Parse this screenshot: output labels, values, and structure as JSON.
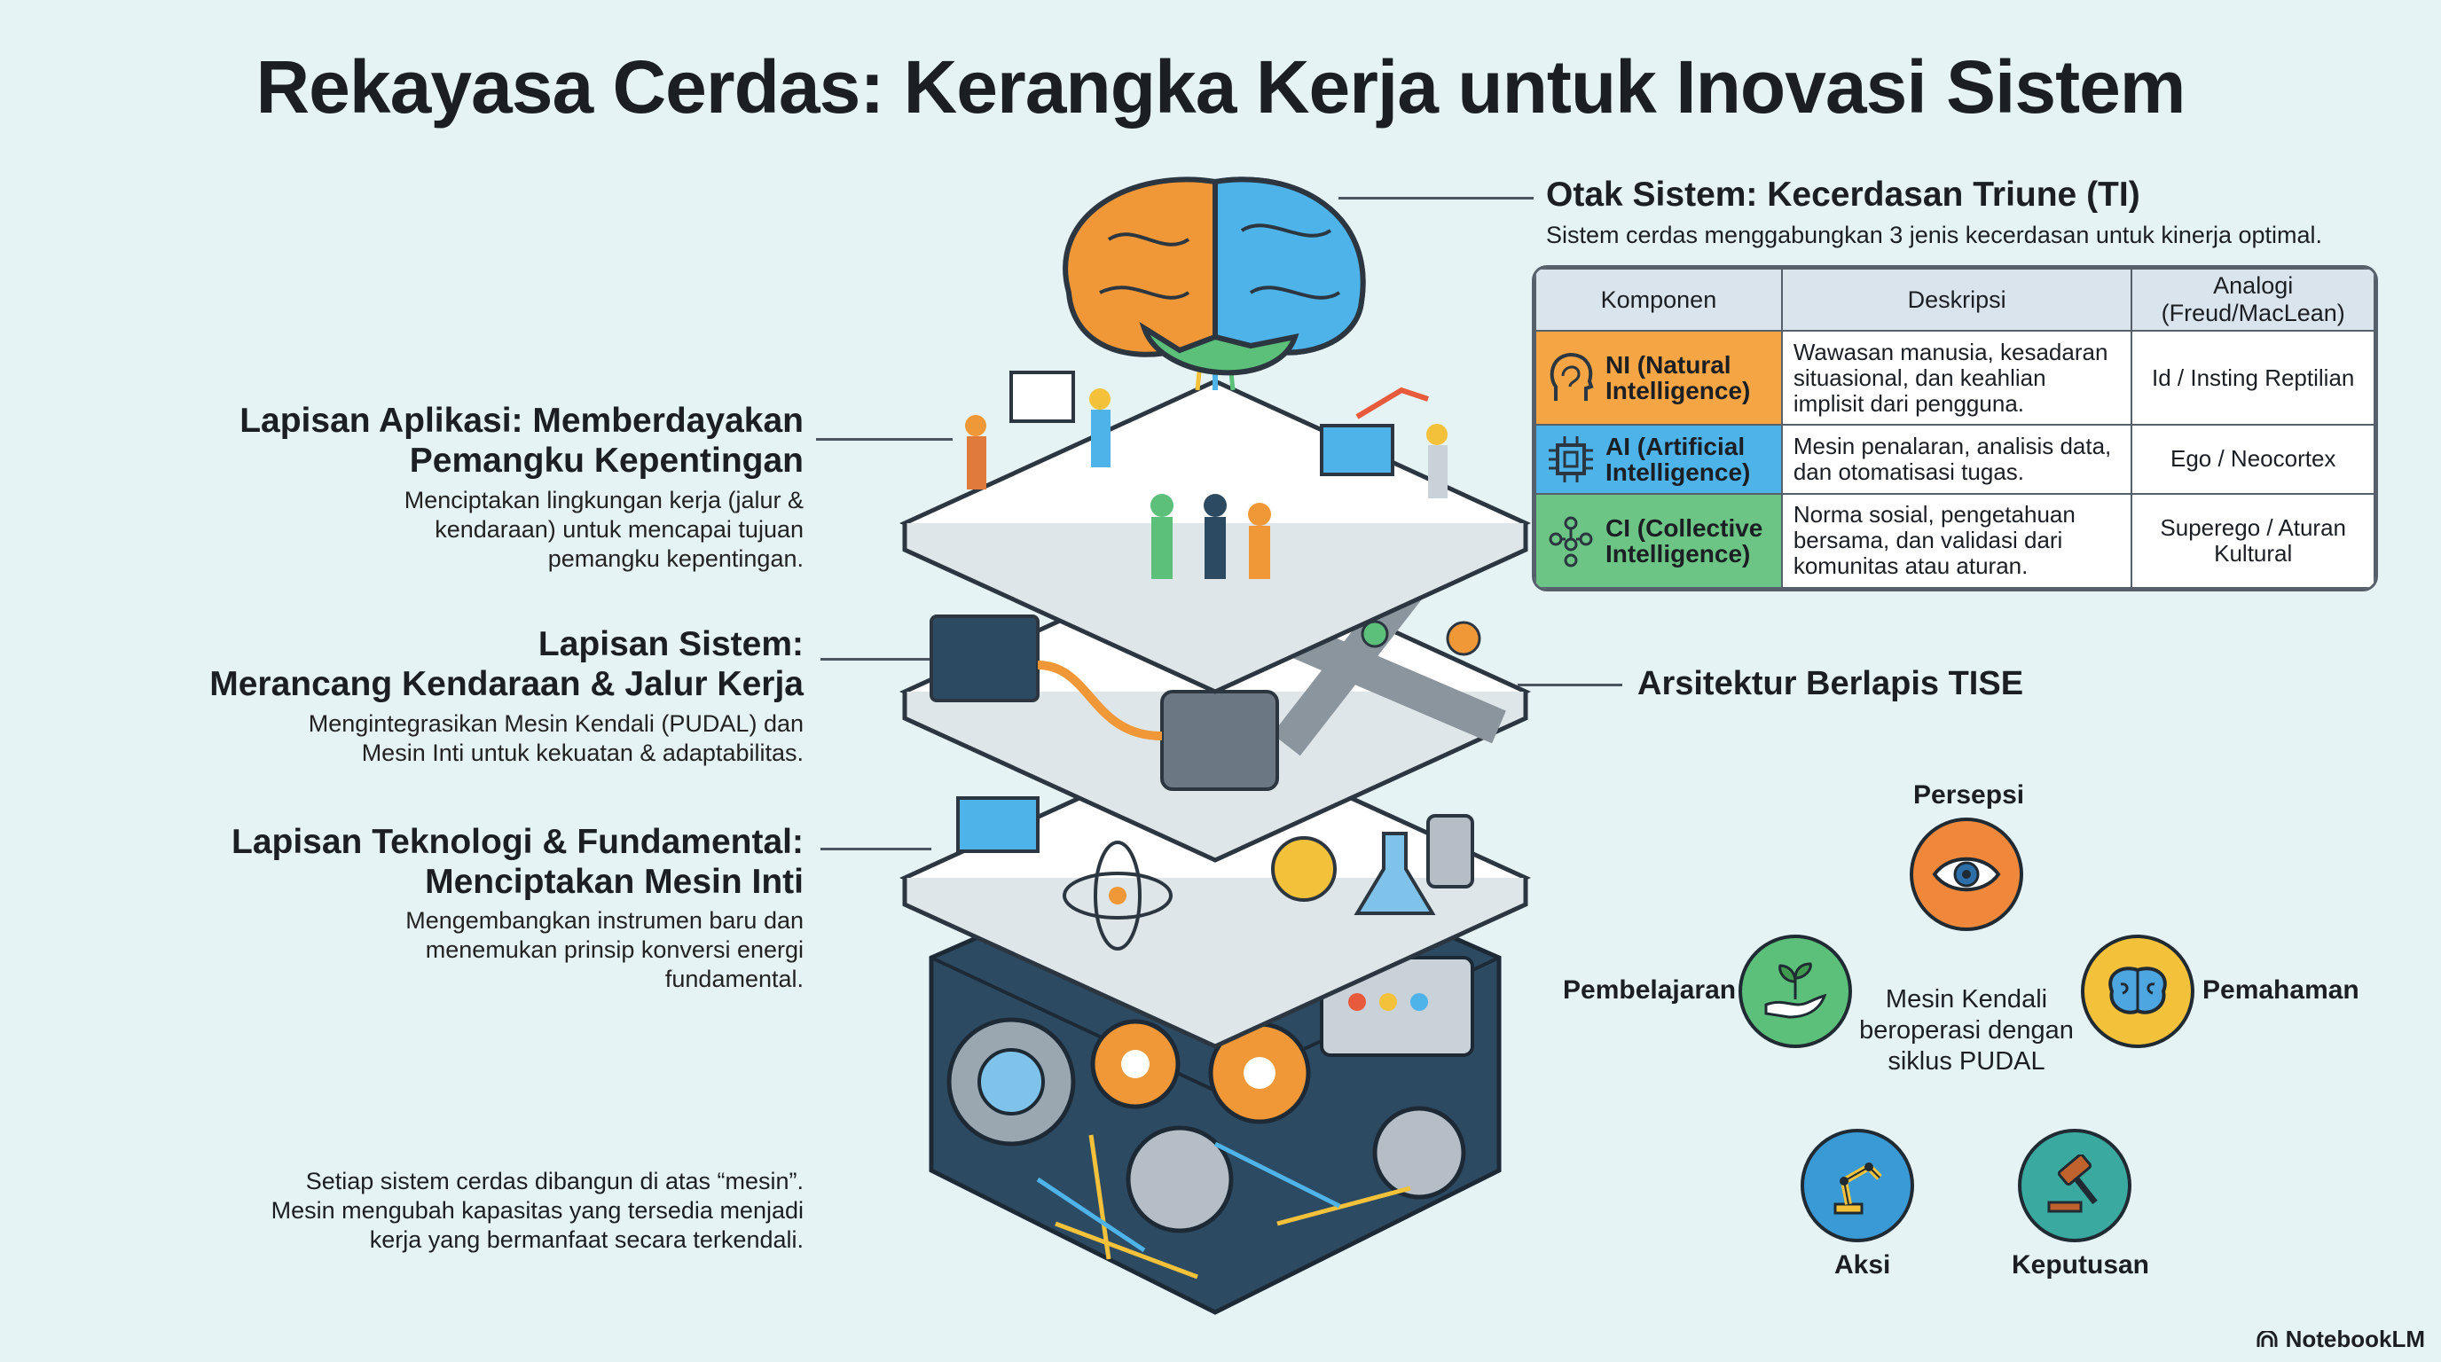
{
  "title": "Rekayasa Cerdas: Kerangka Kerja untuk Inovasi Sistem",
  "left": [
    {
      "heading": [
        "Lapisan Aplikasi: Memberdayakan",
        "Pemangku Kepentingan"
      ],
      "body": [
        "Menciptakan lingkungan kerja (jalur &",
        "kendaraan) untuk mencapai tujuan",
        "pemangku kepentingan."
      ]
    },
    {
      "heading": [
        "Lapisan Sistem:",
        "Merancang Kendaraan & Jalur Kerja"
      ],
      "body": [
        "Mengintegrasikan Mesin Kendali (PUDAL) dan",
        "Mesin Inti untuk kekuatan & adaptabilitas."
      ]
    },
    {
      "heading": [
        "Lapisan Teknologi & Fundamental:",
        "Menciptakan Mesin Inti"
      ],
      "body": [
        "Mengembangkan instrumen baru dan",
        "menemukan prinsip konversi energi",
        "fundamental."
      ]
    }
  ],
  "bottom_note": [
    "Setiap sistem cerdas dibangun di atas “mesin”.",
    "Mesin mengubah kapasitas yang tersedia menjadi",
    "kerja yang bermanfaat secara terkendali."
  ],
  "triune": {
    "heading": "Otak Sistem: Kecerdasan Triune (TI)",
    "subtitle": "Sistem cerdas menggabungkan 3 jenis kecerdasan untuk kinerja optimal.",
    "columns": [
      "Komponen",
      "Deskripsi",
      "Analogi (Freud/MacLean)"
    ],
    "rows": [
      {
        "component": "NI (Natural Intelligence)",
        "description": "Wawasan manusia, kesadaran situasional, dan keahlian implisit dari pengguna.",
        "analogy": "Id / Insting Reptilian",
        "icon": "head-icon",
        "color": "#f5a544"
      },
      {
        "component": "AI (Artificial Intelligence)",
        "description": "Mesin penalaran, analisis data, dan otomatisasi tugas.",
        "analogy": "Ego / Neocortex",
        "icon": "chip-icon",
        "color": "#4db3e8"
      },
      {
        "component": "CI (Collective Intelligence)",
        "description": "Norma sosial, pengetahuan bersama, dan validasi dari komunitas atau aturan.",
        "analogy": "Superego / Aturan Kultural",
        "icon": "people-network-icon",
        "color": "#6cc585"
      }
    ]
  },
  "architecture_label": "Arsitektur Berlapis TISE",
  "pudal": {
    "center": "Mesin Kendali beroperasi dengan siklus PUDAL",
    "steps": [
      {
        "label": "Persepsi",
        "icon": "eye-icon",
        "color": "#f0883c"
      },
      {
        "label": "Pemahaman",
        "icon": "brain-icon",
        "color": "#f4c23a"
      },
      {
        "label": "Keputusan",
        "icon": "gavel-icon",
        "color": "#3aa9a0"
      },
      {
        "label": "Aksi",
        "icon": "robot-arm-icon",
        "color": "#3a9ad6"
      },
      {
        "label": "Pembelajaran",
        "icon": "plant-hand-icon",
        "color": "#5cc07a"
      }
    ]
  },
  "brand": "NotebookLM"
}
